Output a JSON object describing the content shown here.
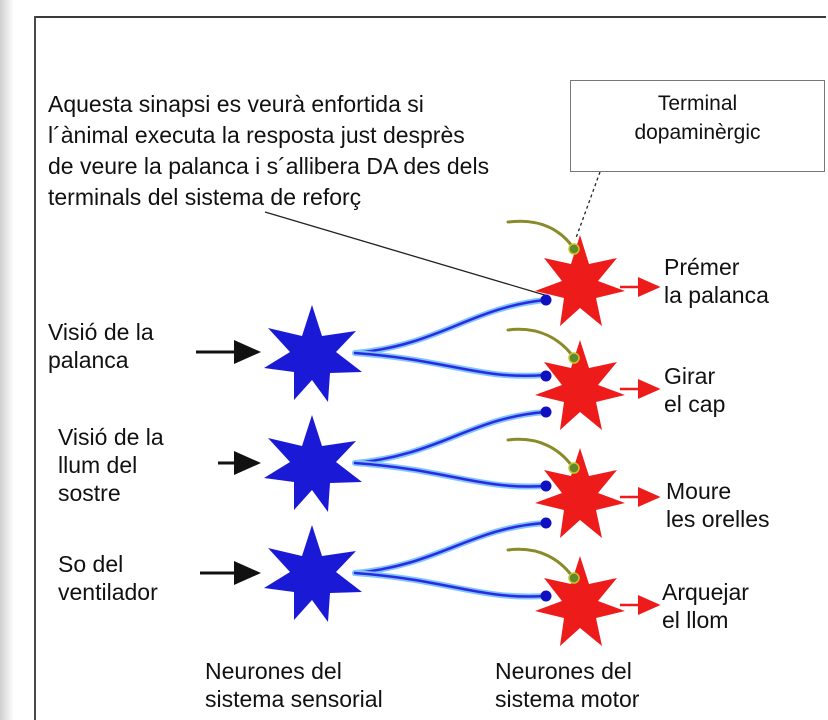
{
  "caption": {
    "line1": "Aquesta sinapsi es veurà enfortida si",
    "line2": "l´ànimal executa la resposta just desprès",
    "line3": "de veure la palanca i s´allibera DA des dels",
    "line4": "terminals del sistema de reforç"
  },
  "terminal_label": "Terminal\ndopaminèrgic",
  "stimuli": [
    "Visió de la\npalanca",
    "Visió de la\nllum del\nsostre",
    "So del\nventilador"
  ],
  "responses": [
    "Prémer\nla palanca",
    "Girar\nel cap",
    "Moure\nles orelles",
    "Arquejar\nel llom"
  ],
  "groups": {
    "sensory": "Neurones del\nsistema sensorial",
    "motor": "Neurones del\nsistema motor"
  },
  "colors": {
    "sensory_neuron": "#1a1ad6",
    "motor_neuron": "#ee1b1b",
    "axon": "#2a2ae0",
    "axon_glow": "#7fc4ff",
    "dopamine_fiber": "#8a8a2a",
    "terminal_knob": "#5d8a2a",
    "arrow": "#111111",
    "output_arrow": "#ee1b1b"
  }
}
